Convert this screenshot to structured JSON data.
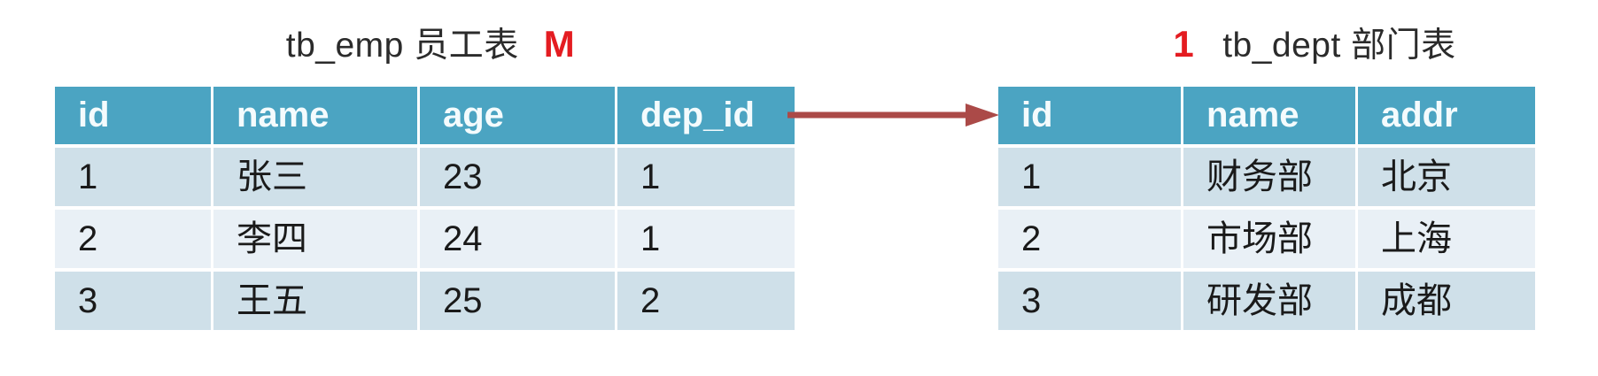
{
  "diagram": {
    "description_arrow": "foreign-key relationship arrow from tb_emp.dep_id to tb_dept.id",
    "colors": {
      "header_bg": "#4ba4c2",
      "header_text": "#f4fbfd",
      "row_stripe_dark": "#cfe0e9",
      "row_stripe_light": "#e9f0f6",
      "accent_red": "#e41c21",
      "arrow_red": "#ab4a48",
      "body_text": "#1a1a1a",
      "title_text": "#2b2b2b"
    }
  },
  "emp_table": {
    "title": "tb_emp 员工表",
    "cardinality": "M",
    "headers": [
      "id",
      "name",
      "age",
      "dep_id"
    ],
    "rows": [
      [
        "1",
        "张三",
        "23",
        "1"
      ],
      [
        "2",
        "李四",
        "24",
        "1"
      ],
      [
        "3",
        "王五",
        "25",
        "2"
      ]
    ]
  },
  "dept_table": {
    "title": "tb_dept 部门表",
    "cardinality": "1",
    "headers": [
      "id",
      "name",
      "addr"
    ],
    "rows": [
      [
        "1",
        "财务部",
        "北京"
      ],
      [
        "2",
        "市场部",
        "上海"
      ],
      [
        "3",
        "研发部",
        "成都"
      ]
    ]
  }
}
